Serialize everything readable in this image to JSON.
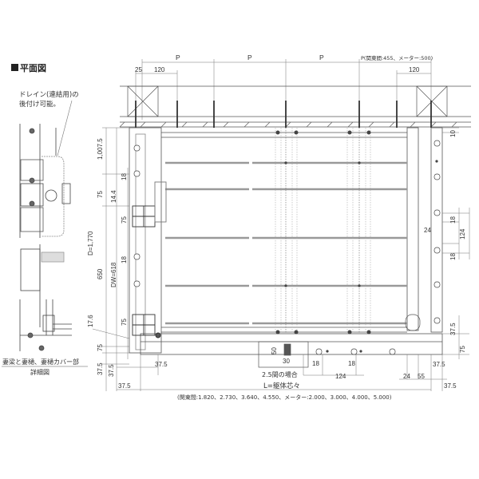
{
  "title": "■平面図",
  "note_drain": [
    "ドレイン(連結用)の",
    "後付け可能。"
  ],
  "detail_caption": [
    "妻梁と妻樋、妻樋カバー部",
    "詳細図"
  ],
  "top_dims": {
    "pitch_labels": [
      "P",
      "P",
      "P"
    ],
    "pitch_note": "P(関東間:455、メーター:500)",
    "left_25": "25",
    "left_120": "120",
    "right_120": "120"
  },
  "left_dims": {
    "d_total": "D=1,770",
    "d1": "1,007.5",
    "d2": "75",
    "d3": "650",
    "d4": "75",
    "d5": "37.5",
    "inner_18a": "18",
    "inner_14_4": "14.4",
    "inner_75a": "75",
    "dw": "DW=618",
    "inner_18b": "18",
    "inner_75b": "75",
    "inner_37_5": "37.5",
    "offset_17_6": "17.6"
  },
  "right_dims": {
    "top_10": "10",
    "r_18a": "18",
    "r_124": "124",
    "r_18b": "18",
    "r_24": "24",
    "r_37_5": "37.5",
    "r_75": "75"
  },
  "bottom_dims": {
    "b_37_5_left": "37.5",
    "b_37_5_inner": "37.5",
    "b_50": "50",
    "b_30": "30",
    "b_18a": "18",
    "b_18b": "18",
    "b_124": "124",
    "b_24": "24",
    "b_55": "55",
    "b_37_5_right_inner": "37.5",
    "b_37_5_right": "37.5",
    "case_note": "2.5間の場合",
    "l_label": "L=躯体芯々",
    "l_values": "(関東間:1.820、2.730、3.640、4.550、メーター:2.000、3.000、4.000、5.000)"
  },
  "colors": {
    "line": "#555555",
    "dark": "#333333",
    "gray": "#bbbbbb",
    "hatch": "#666666"
  }
}
